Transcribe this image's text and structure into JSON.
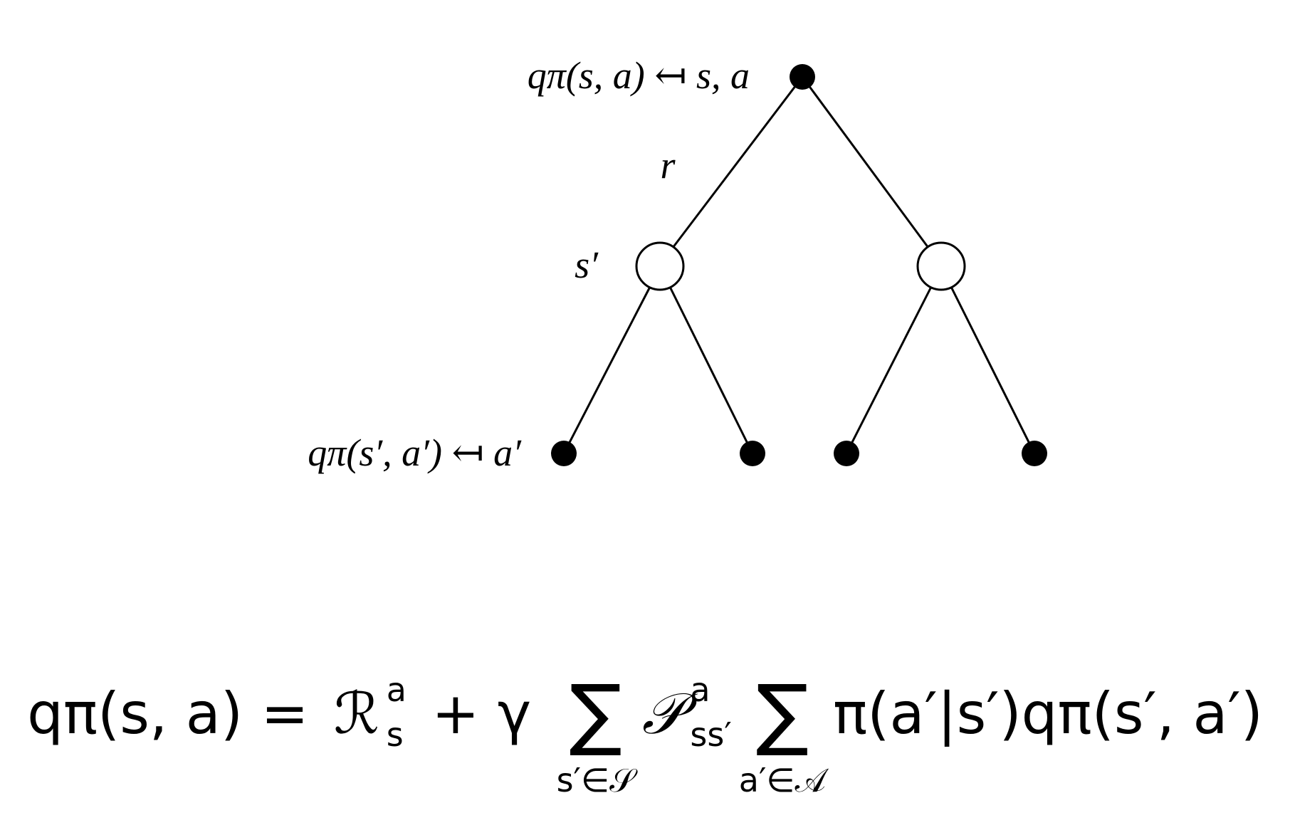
{
  "diagram": {
    "root_label": "qπ(s, a) ↤ s, a",
    "reward_label": "r",
    "state_label": "s′",
    "leaf_label": "qπ(s′, a′) ↤ a′",
    "colors": {
      "action_node": "#000000",
      "state_node": "#ffffff",
      "stroke": "#000000"
    }
  },
  "equation": {
    "lhs": "qπ(s, a) = ",
    "reward": "ℛ",
    "reward_sup": "a",
    "reward_sub": "s",
    "plus_gamma": " + γ ",
    "sum1": "∑",
    "sum1_limit": "s′∈𝒮",
    "transition": "𝒫",
    "transition_sup": "a",
    "transition_sub": "ss′",
    "sum2": "∑",
    "sum2_limit": "a′∈𝒜",
    "rhs": "π(a′|s′)qπ(s′, a′)"
  }
}
